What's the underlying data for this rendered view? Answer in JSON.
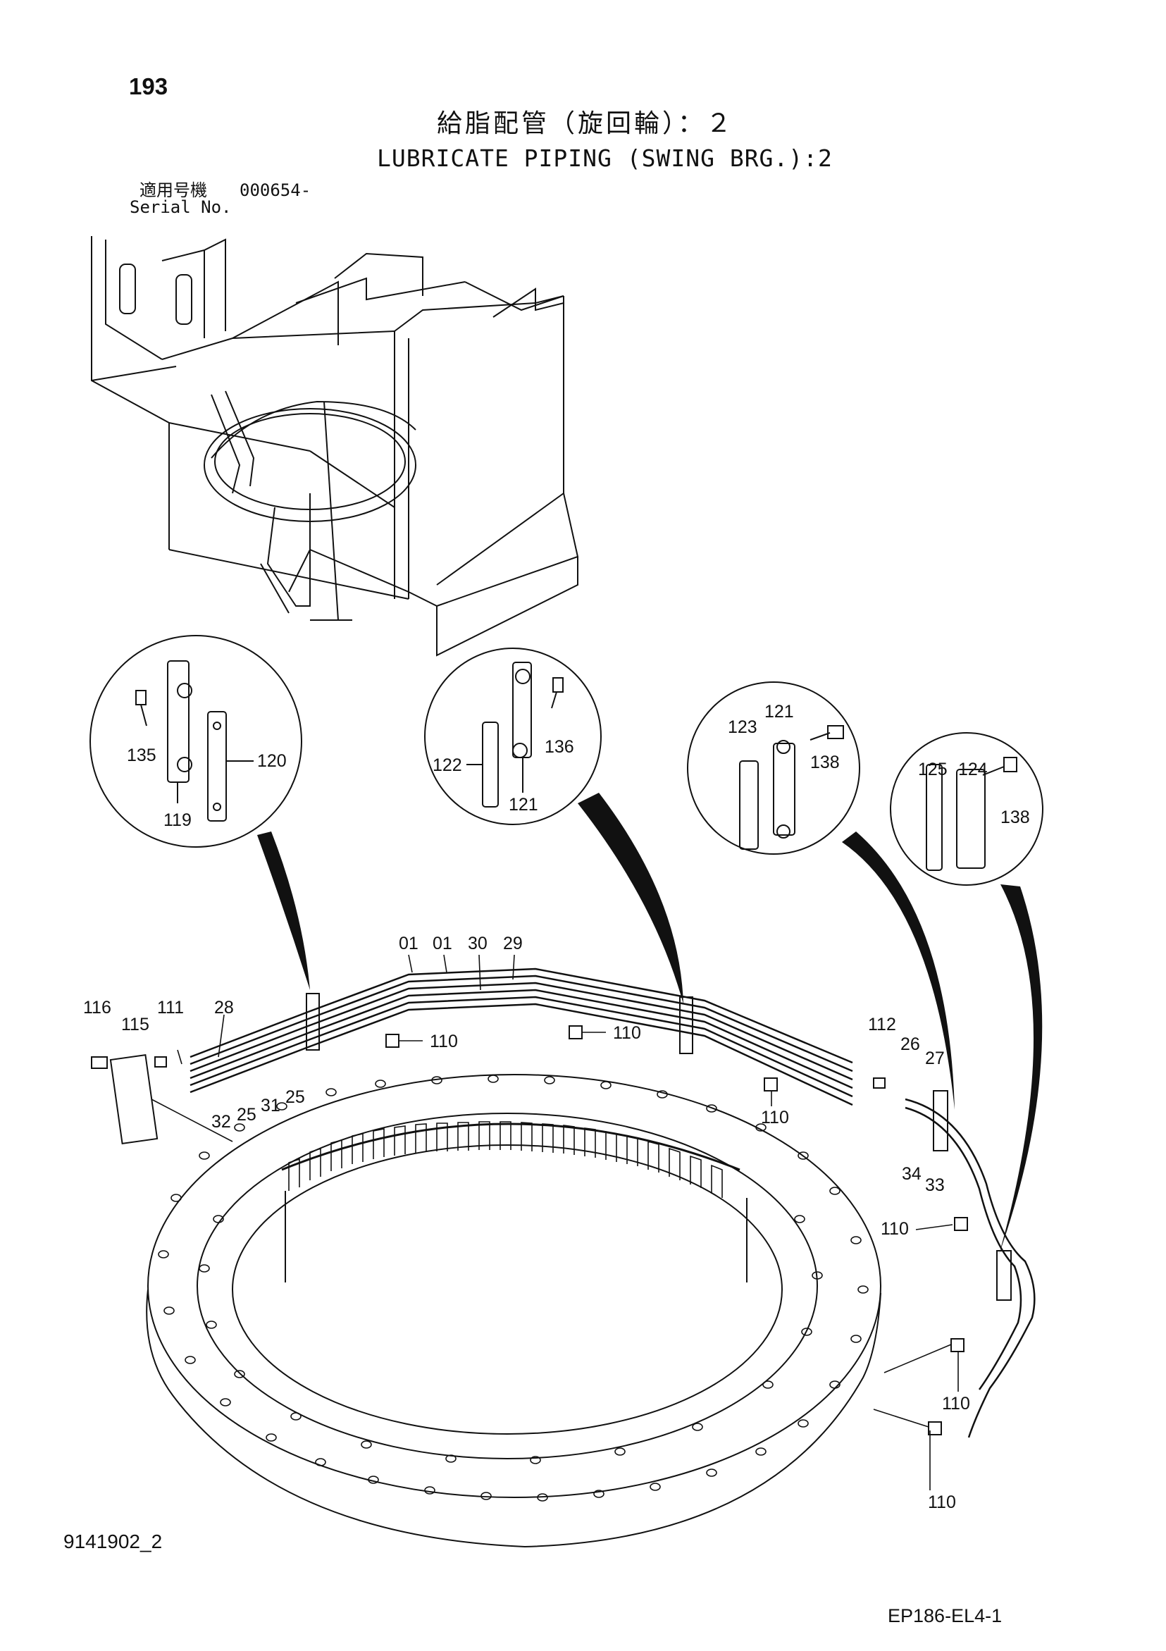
{
  "page_number": "193",
  "title": {
    "japanese": "給脂配管（旋回輪）：２",
    "english": "LUBRICATE PIPING (SWING BRG.):2"
  },
  "serial": {
    "label_japanese": "適用号機",
    "value": "000654-",
    "label_english": "Serial No."
  },
  "figure_number": "9141902_2",
  "sheet_code": "EP186-EL4-1",
  "part_labels": {
    "p01a": "01",
    "p01b": "01",
    "p30": "30",
    "p29": "29",
    "p116": "116",
    "p115": "115",
    "p111": "111",
    "p28": "28",
    "p32": "32",
    "p25a": "25",
    "p31": "31",
    "p25b": "25",
    "p110a": "110",
    "p110b": "110",
    "p110c": "110",
    "p110d": "110",
    "p110e": "110",
    "p110f": "110",
    "p112": "112",
    "p26": "26",
    "p27": "27",
    "p34": "34",
    "p33": "33",
    "p135": "135",
    "p119": "119",
    "p120": "120",
    "p122": "122",
    "p121a": "121",
    "p136": "136",
    "p123": "123",
    "p121b": "121",
    "p138a": "138",
    "p125": "125",
    "p124": "124",
    "p138b": "138"
  }
}
